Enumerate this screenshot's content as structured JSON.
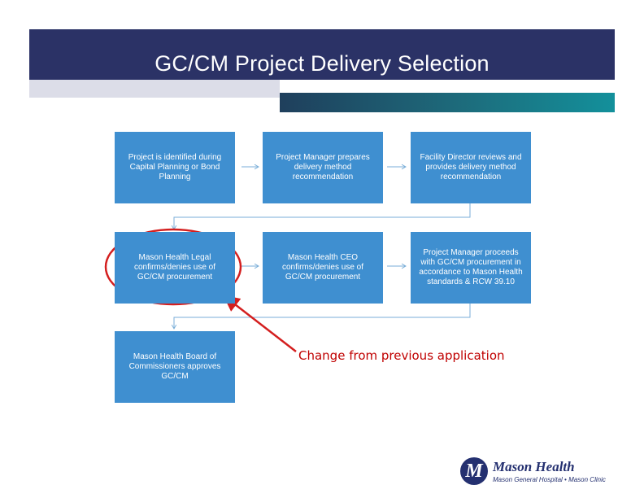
{
  "header": {
    "title": "GC/CM Project Delivery Selection"
  },
  "flow": {
    "steps": [
      {
        "label": "Project is identified during Capital Planning or Bond Planning"
      },
      {
        "label": "Project Manager prepares delivery method recommendation"
      },
      {
        "label": "Facility Director reviews and provides delivery method recommendation"
      },
      {
        "label": "Mason Health Legal confirms/denies use of GC/CM procurement"
      },
      {
        "label": "Mason Health CEO confirms/denies use of GC/CM procurement"
      },
      {
        "label": "Project Manager proceeds with GC/CM procurement in accordance to Mason Health standards & RCW 39.10"
      },
      {
        "label": "Mason Health Board of Commissioners approves GC/CM"
      }
    ]
  },
  "annotation": {
    "text": "Change from previous application",
    "color": "#c00000"
  },
  "logo": {
    "mark": "M",
    "name": "Mason Health",
    "subtitle": "Mason General Hospital • Mason Clinic"
  },
  "colors": {
    "title_bar": "#2b3266",
    "box_fill": "#3f8fd0",
    "connector": "#7aaed8",
    "highlight": "#d41f1f"
  }
}
